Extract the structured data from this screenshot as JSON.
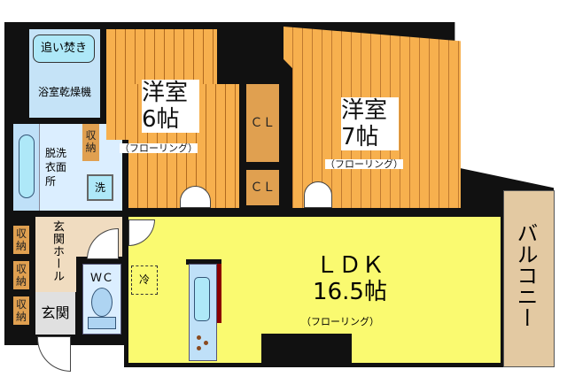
{
  "rooms": {
    "bath": {
      "reheat": "追い焚き",
      "dryer": "浴室乾燥機"
    },
    "washroom": {
      "label": "脱洗\n衣面\n所",
      "washer": "洗",
      "storage": "収納"
    },
    "western6": {
      "title": "洋室",
      "size": "6帖",
      "floor": "（フローリング）"
    },
    "western7": {
      "title": "洋室",
      "size": "7帖",
      "floor": "（フローリング）"
    },
    "closet1": "ＣＬ",
    "closet2": "ＣＬ",
    "ldk": {
      "title": "ＬＤＫ",
      "size": "16.5帖",
      "floor": "（フローリング）"
    },
    "balcony": "バルコニー",
    "hall": "玄関ホール",
    "entrance": "玄関",
    "storage": [
      "収納",
      "収納",
      "収納"
    ],
    "wc": "ＷＣ",
    "fridge": "冷"
  },
  "colors": {
    "western": "#f7b04e",
    "ldk": "#fafa70",
    "wet": "#cfe6fb",
    "hall": "#f0dcc0",
    "balcony": "#e3c9a2",
    "storage": "#e0a050"
  }
}
